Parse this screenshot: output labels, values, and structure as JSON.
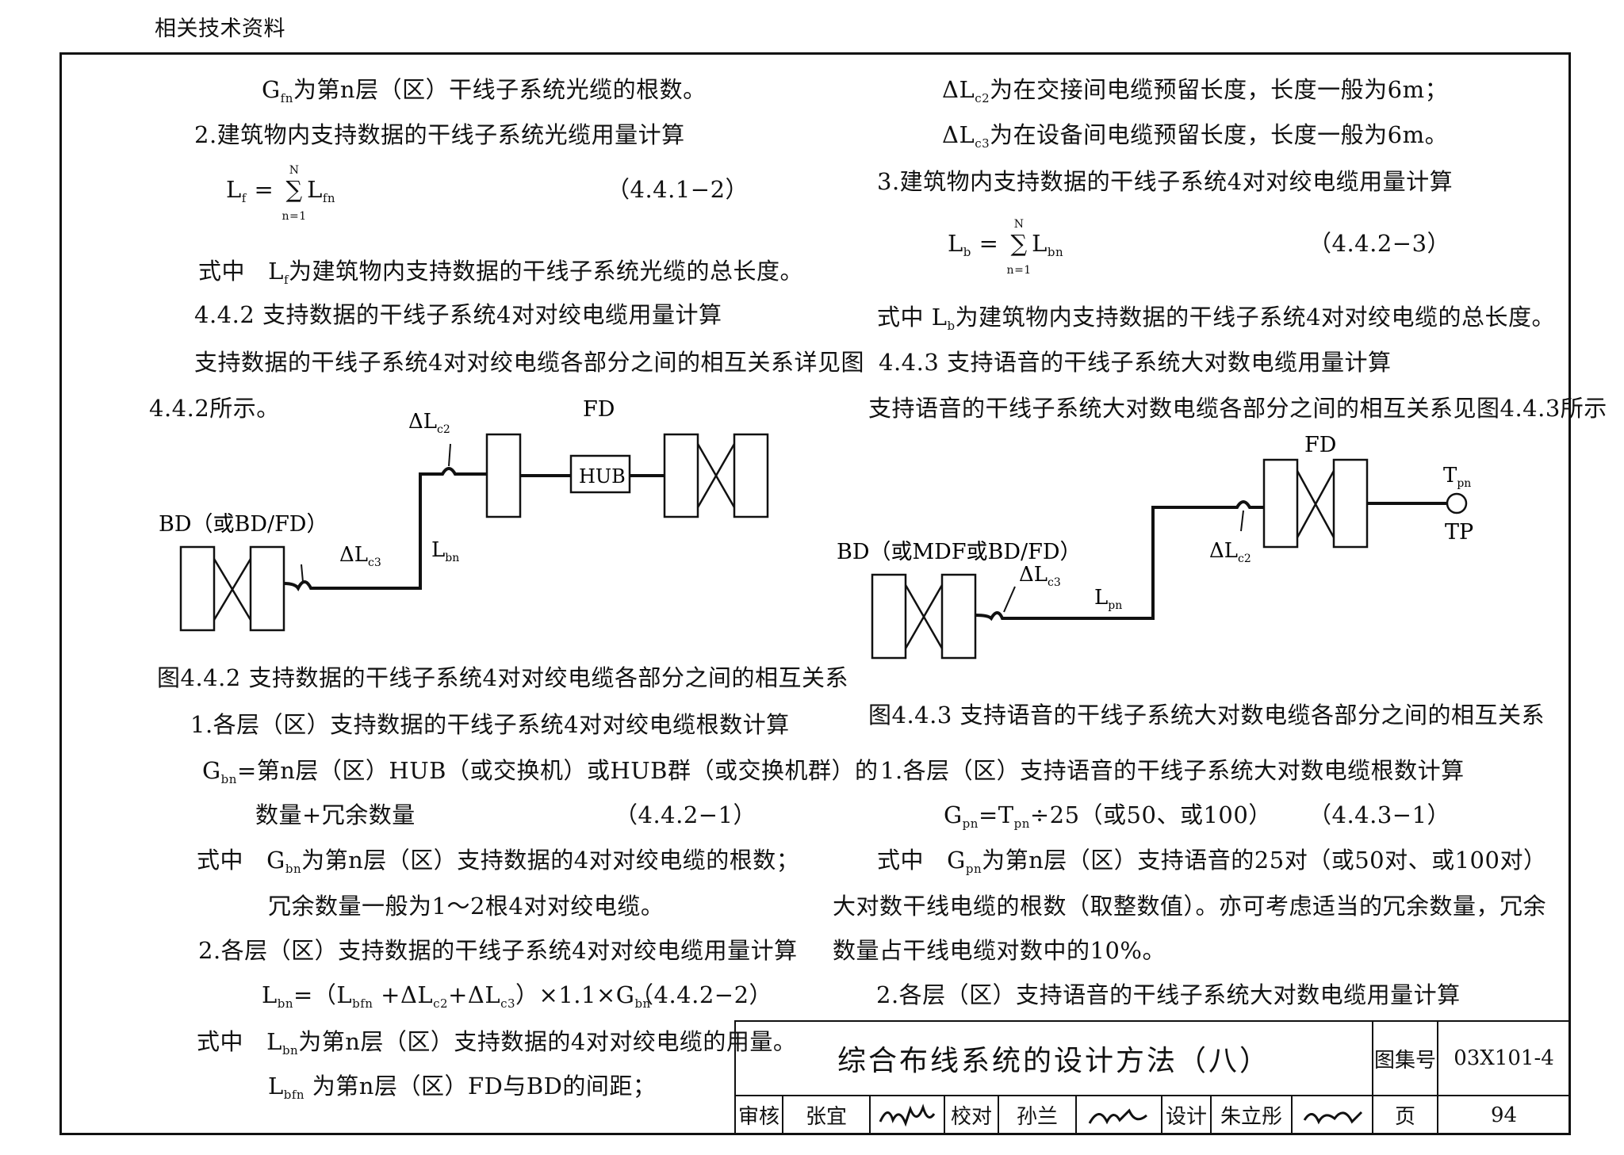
{
  "header": {
    "label": "相关技术资料"
  },
  "left": {
    "l1": "G",
    "l1_sub": "fn",
    "l1_rest": "为第n层（区）干线子系统光缆的根数。",
    "l2": "2.建筑物内支持数据的干线子系统光缆用量计算",
    "eq1_lhs": "L",
    "eq1_lhs_sub": "f",
    "eq1_mid": " = ",
    "eq1_sum": "∑",
    "eq1_sum_top": "N",
    "eq1_sum_bot": "n=1",
    "eq1_term": "L",
    "eq1_term_sub": "fn",
    "eq1_no": "（4.4.1−2）",
    "l3_a": "式中",
    "l3_b": "L",
    "l3_b_sub": "f",
    "l3_c": "为建筑物内支持数据的干线子系统光缆的总长度。",
    "l4": "4.4.2  支持数据的干线子系统4对对绞电缆用量计算",
    "l5": "支持数据的干线子系统4对对绞电缆各部分之间的相互关系详见图",
    "l6": "4.4.2所示。",
    "fig_caption": "图4.4.2  支持数据的干线子系统4对对绞电缆各部分之间的相互关系",
    "l7": "1.各层（区）支持数据的干线子系统4对对绞电缆根数计算",
    "l8_a": "G",
    "l8_a_sub": "bn",
    "l8_b": "=第n层（区）HUB（或交换机）或HUB群（或交换机群）的",
    "l9_a": "数量+冗余数量",
    "l9_no": "（4.4.2−1）",
    "l10_a": "式中",
    "l10_b": "G",
    "l10_b_sub": "bn",
    "l10_c": "为第n层（区）支持数据的4对对绞电缆的根数；",
    "l11": "冗余数量一般为1～2根4对对绞电缆。",
    "l12": "2.各层（区）支持数据的干线子系统4对对绞电缆用量计算",
    "l13_a": "L",
    "l13_a_sub": "bn",
    "l13_b": "=（L",
    "l13_b_sub": "bfn",
    "l13_c": " +ΔL",
    "l13_c_sub": "c2",
    "l13_d": "+ΔL",
    "l13_d_sub": "c3",
    "l13_e": "）×1.1×G",
    "l13_e_sub": "bn",
    "l13_no": "（4.4.2−2）",
    "l14_a": "式中",
    "l14_b": "L",
    "l14_b_sub": "bn",
    "l14_c": "为第n层（区）支持数据的4对对绞电缆的用量。",
    "l15_b": "L",
    "l15_b_sub": "bfn",
    "l15_c": " 为第n层（区）FD与BD的间距；"
  },
  "right": {
    "r1_a": "ΔL",
    "r1_a_sub": "c2",
    "r1_b": "为在交接间电缆预留长度，长度一般为6m；",
    "r2_a": "ΔL",
    "r2_a_sub": "c3",
    "r2_b": "为在设备间电缆预留长度，长度一般为6m。",
    "r3": "3.建筑物内支持数据的干线子系统4对对绞电缆用量计算",
    "eq2_lhs": "L",
    "eq2_lhs_sub": "b",
    "eq2_mid": " = ",
    "eq2_sum": "∑",
    "eq2_sum_top": "N",
    "eq2_sum_bot": "n=1",
    "eq2_term": "L",
    "eq2_term_sub": "bn",
    "eq2_no": "（4.4.2−3）",
    "r4_a": "式中",
    "r4_b": "L",
    "r4_b_sub": "b",
    "r4_c": "为建筑物内支持数据的干线子系统4对对绞电缆的总长度。",
    "r5": "4.4.3  支持语音的干线子系统大对数电缆用量计算",
    "r6": "支持语音的干线子系统大对数电缆各部分之间的相互关系见图4.4.3所示",
    "fig_caption": "图4.4.3  支持语音的干线子系统大对数电缆各部分之间的相互关系",
    "r7": "1.各层（区）支持语音的干线子系统大对数电缆根数计算",
    "r8_a": "G",
    "r8_a_sub": "pn",
    "r8_b": "=T",
    "r8_b_sub": "pn",
    "r8_c": "÷25（或50、或100）",
    "r8_no": "（4.4.3−1）",
    "r9_a": "式中",
    "r9_b": "G",
    "r9_b_sub": "pn",
    "r9_c": "为第n层（区）支持语音的25对（或50对、或100对）",
    "r10": "大对数干线电缆的根数（取整数值）。亦可考虑适当的冗余数量，冗余",
    "r11": "数量占干线电缆对数中的10%。",
    "r12": "2.各层（区）支持语音的干线子系统大对数电缆用量计算"
  },
  "fig1": {
    "fd": "FD",
    "hub": "HUB",
    "bd": "BD（或BD/FD）",
    "dlc2": "ΔL",
    "dlc2_sub": "c2",
    "dlc3": "ΔL",
    "dlc3_sub": "c3",
    "lbn": "L",
    "lbn_sub": "bn"
  },
  "fig2": {
    "fd": "FD",
    "tp": "TP",
    "tpn": "T",
    "tpn_sub": "pn",
    "bd": "BD（或MDF或BD/FD）",
    "dlc2": "ΔL",
    "dlc2_sub": "c2",
    "dlc3": "ΔL",
    "dlc3_sub": "c3",
    "lpn": "L",
    "lpn_sub": "pn"
  },
  "titleblock": {
    "title": "综合布线系统的设计方法（八）",
    "atlas_label": "图集号",
    "atlas_no": "03X101-4",
    "review_label": "审核",
    "reviewer": "张宜",
    "check_label": "校对",
    "checker": "孙兰",
    "design_label": "设计",
    "designer": "朱立彤",
    "page_label": "页",
    "page_no": "94"
  }
}
